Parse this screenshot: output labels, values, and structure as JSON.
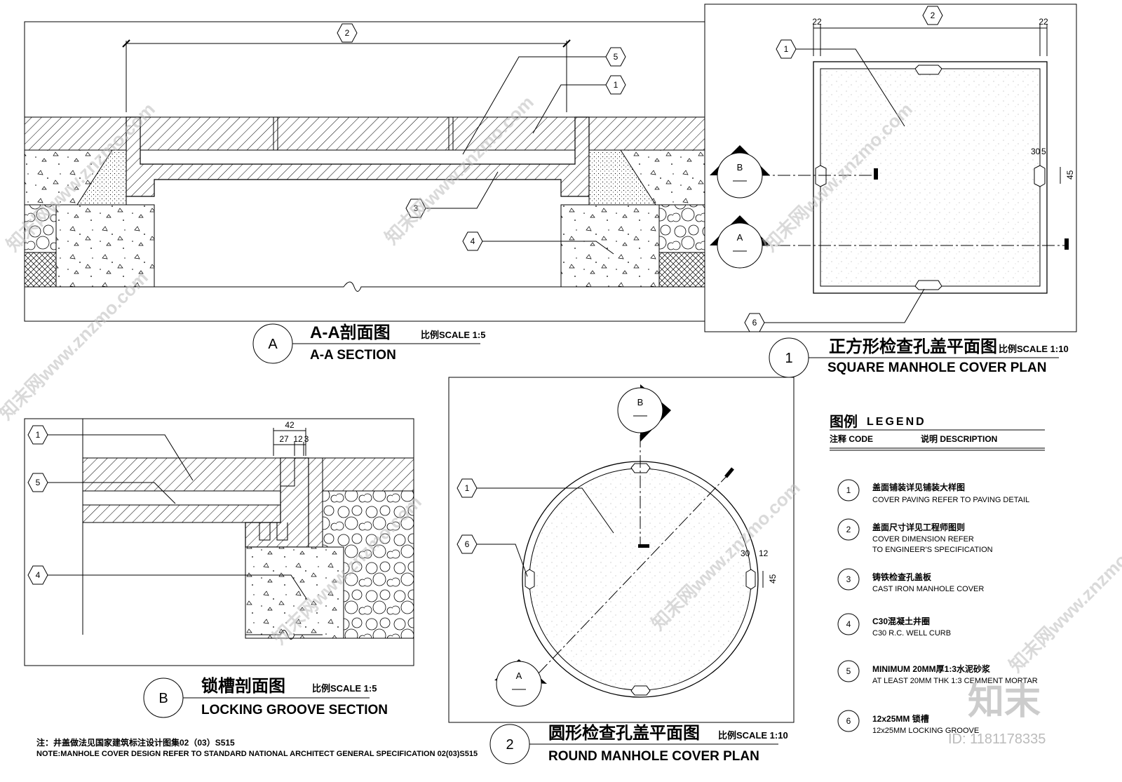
{
  "panels": {
    "section_a": {
      "badge": "A",
      "title_cn": "A-A剖面图",
      "title_en": "A-A SECTION",
      "scale": "比例SCALE 1:5"
    },
    "square_plan": {
      "badge": "1",
      "title_cn": "正方形检查孔盖平面图",
      "title_en": "SQUARE MANHOLE COVER PLAN",
      "scale": "比例SCALE 1:10"
    },
    "section_b": {
      "badge": "B",
      "title_cn": "锁槽剖面图",
      "title_en": "LOCKING GROOVE SECTION",
      "scale": "比例SCALE 1:5"
    },
    "round_plan": {
      "badge": "2",
      "title_cn": "圆形检查孔盖平面图",
      "title_en": "ROUND MANHOLE COVER PLAN",
      "scale": "比例SCALE 1:10"
    }
  },
  "dimensions": {
    "a_top": "2",
    "sq_left": "22",
    "sq_mid": "2",
    "sq_right": "22",
    "sq_groove_w": "30",
    "sq_groove_d": "5",
    "sq_groove_h": "45",
    "b_total": "42",
    "b_part1": "27",
    "b_part2": "12",
    "b_part3": "3",
    "rd_groove_w": "30",
    "rd_groove_d": "12",
    "rd_groove_h": "45"
  },
  "section_markers": {
    "a": "A",
    "b": "B"
  },
  "legend": {
    "title_cn": "图例",
    "title_en": "LEGEND",
    "col_code": "注释 CODE",
    "col_desc": "说明  DESCRIPTION",
    "items": [
      {
        "code": "1",
        "cn": "盖面铺装详见铺装大样图",
        "en": "COVER PAVING REFER TO PAVING DETAIL",
        "en2": ""
      },
      {
        "code": "2",
        "cn": "盖面尺寸详见工程师图则",
        "en": "COVER DIMENSION REFER",
        "en2": "TO ENGINEER'S SPECIFICATION"
      },
      {
        "code": "3",
        "cn": "铸铁检查孔盖板",
        "en": "CAST IRON MANHOLE COVER",
        "en2": ""
      },
      {
        "code": "4",
        "cn": "C30混凝土井圈",
        "en": "C30 R.C. WELL CURB",
        "en2": ""
      },
      {
        "code": "5",
        "cn": "MINIMUM 20MM厚1:3水泥砂浆",
        "en": "AT LEAST 20MM THK 1:3 CEMMENT MORTAR",
        "en2": ""
      },
      {
        "code": "6",
        "cn": "12x25MM 锁槽",
        "en": "12x25MM LOCKING GROOVE",
        "en2": ""
      }
    ]
  },
  "notes": {
    "cn": "注：井盖做法见国家建筑标注设计图集02（03）S515",
    "en": "NOTE:MANHOLE COVER DESIGN REFER TO STANDARD NATIONAL ARCHITECT GENERAL SPECIFICATION 02(03)S515"
  },
  "watermark": {
    "text": "知末网www.znzmo.com",
    "brand": "知末",
    "id": "ID: 1181178335"
  }
}
